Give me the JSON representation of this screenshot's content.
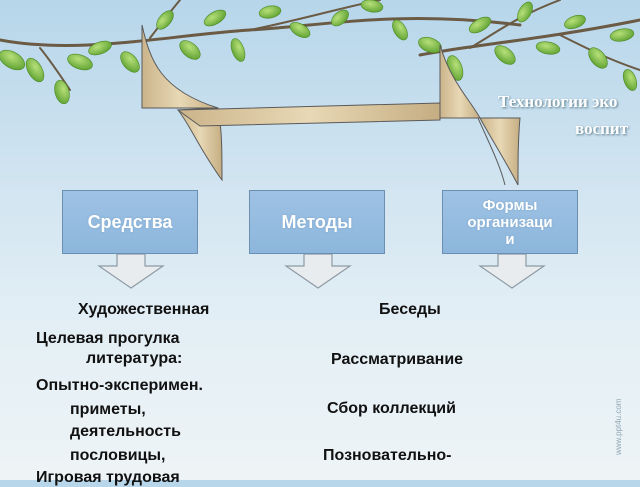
{
  "slide": {
    "title_line1": "Технологии эко",
    "title_line2": "воспит"
  },
  "boxes": {
    "sredstva": "Средства",
    "metody": "Методы",
    "formy_line1": "Формы",
    "formy_line2": "организаци",
    "formy_line3": "и"
  },
  "content": {
    "left": [
      "Художественная",
      "Целевая прогулка",
      "литература:",
      "Опытно-эксперимен.",
      "приметы,",
      "деятельность",
      "пословицы,",
      "Игровая трудовая"
    ],
    "right": [
      "Беседы",
      "Рассматривание",
      "Сбор коллекций",
      "Позновательно-"
    ]
  },
  "watermark": "www.ppt4u.com",
  "colors": {
    "box_fill": "#8db6dc",
    "box_text": "#ffffff",
    "arrow_fill": "#e9ecee",
    "leaf_green": "#7cc04a",
    "branch": "#6b5a44",
    "ribbon": "#d9c39a"
  }
}
